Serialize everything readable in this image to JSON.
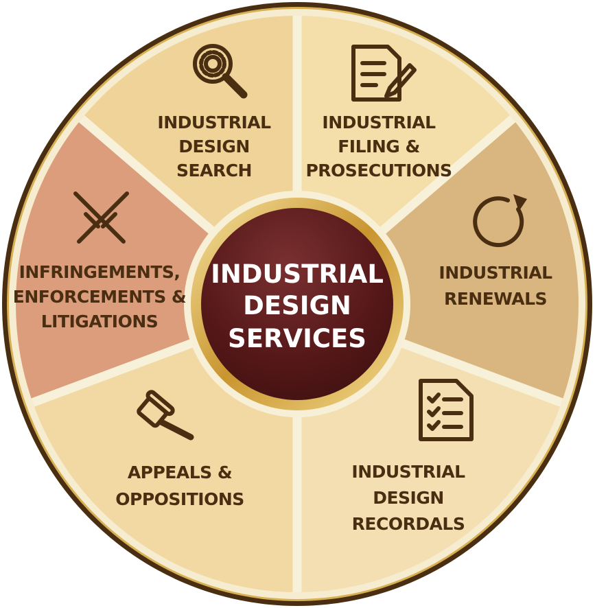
{
  "center": {
    "lines": [
      "INDUSTRIAL",
      "DESIGN",
      "SERVICES"
    ]
  },
  "segments": [
    {
      "id": "search",
      "icon": "magnifier-gear-icon",
      "lines": [
        "INDUSTRIAL",
        "DESIGN",
        "SEARCH"
      ],
      "color": "#efd398"
    },
    {
      "id": "filing",
      "icon": "document-pencil-icon",
      "lines": [
        "INDUSTRIAL",
        "FILING &",
        "PROSECUTIONS"
      ],
      "color": "#f4deaa"
    },
    {
      "id": "renewals",
      "icon": "refresh-icon",
      "lines": [
        "INDUSTRIAL",
        "RENEWALS"
      ],
      "color": "#d9b57f"
    },
    {
      "id": "recordals",
      "icon": "checklist-document-icon",
      "lines": [
        "INDUSTRIAL",
        "DESIGN",
        "RECORDALS"
      ],
      "color": "#f4dfb2"
    },
    {
      "id": "appeals",
      "icon": "gavel-icon",
      "lines": [
        "APPEALS &",
        "OPPOSITIONS"
      ],
      "color": "#f2d8a2"
    },
    {
      "id": "infringements",
      "icon": "crossed-swords-icon",
      "lines": [
        "INFRINGEMENTS,",
        "ENFORCEMENTS &",
        "LITIGATIONS"
      ],
      "color": "#db9d7c"
    }
  ],
  "colors": {
    "border": "#4a2e12",
    "gold": "#d4a543",
    "center": "#5a1a1c",
    "divider": "#f8f1da",
    "text": "#4a2e12"
  }
}
